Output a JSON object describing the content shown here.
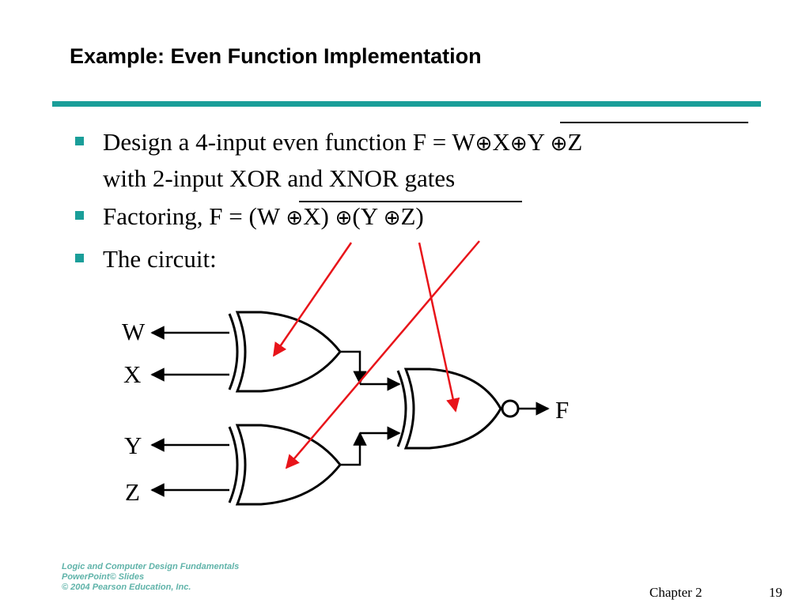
{
  "slide": {
    "title": "Example: Even Function Implementation",
    "bullets": [
      {
        "pre": "Design a 4-input even function  F = ",
        "expr": [
          "W",
          "X",
          "Y",
          "Z"
        ],
        "line2": "with 2-input XOR  and XNOR gates"
      },
      {
        "pre": "Factoring,  F = ",
        "parts": [
          "(W ",
          "X) ",
          "(Y ",
          "Z)"
        ]
      },
      {
        "text": "The circuit:"
      }
    ],
    "xor_symbol": "⊕"
  },
  "circuit": {
    "inputs": [
      "W",
      "X",
      "Y",
      "Z"
    ],
    "output": "F",
    "gates": [
      "XOR",
      "XOR",
      "XNOR"
    ],
    "colors": {
      "arrow": "#e8141a",
      "accent": "#1a9e99"
    }
  },
  "footer": {
    "logo_lines": [
      "Logic and Computer Design Fundamentals",
      "PowerPoint© Slides",
      "© 2004 Pearson Education, Inc."
    ],
    "chapter": "Chapter 2",
    "page": "19"
  }
}
